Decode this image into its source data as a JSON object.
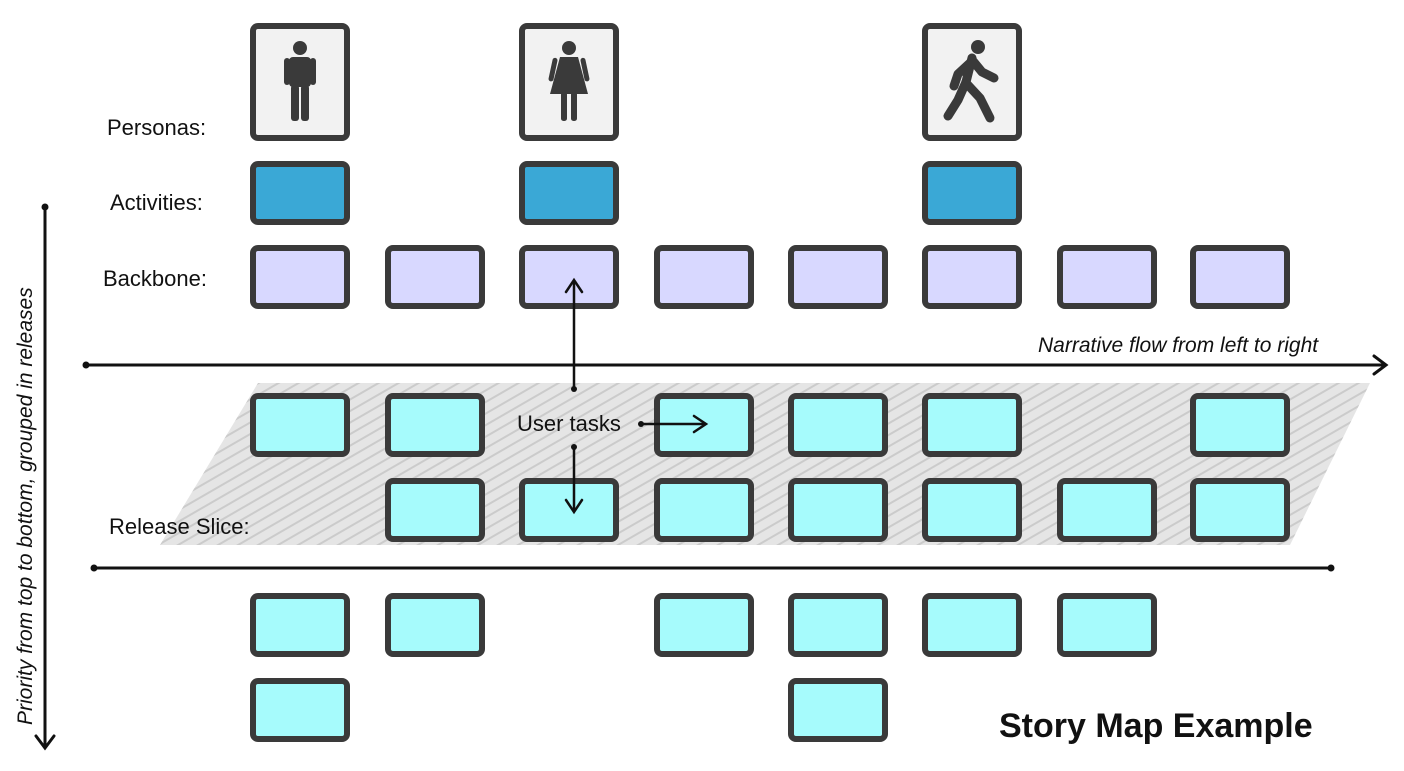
{
  "labels": {
    "personas": "Personas:",
    "activities": "Activities:",
    "backbone": "Backbone:",
    "release_slice": "Release Slice:",
    "user_tasks": "User tasks",
    "narrative_flow": "Narrative flow from left to right",
    "priority_flow": "Priority from top to bottom, grouped in releases",
    "title": "Story Map Example"
  },
  "colors": {
    "card_border": "#3a3a3a",
    "persona_fill": "#f2f2f2",
    "persona_icon": "#3a3a3a",
    "activity_fill": "#3aa8d6",
    "backbone_fill": "#d8d8ff",
    "task_fill": "#a6fbfc",
    "slice_band": "#cfcfcf",
    "line": "#111111"
  },
  "personas": [
    {
      "col": 0,
      "icon": "male-person-icon"
    },
    {
      "col": 2,
      "icon": "female-person-icon"
    },
    {
      "col": 5,
      "icon": "walking-person-icon"
    }
  ],
  "activities": [
    0,
    2,
    5
  ],
  "backbone_columns": [
    0,
    1,
    2,
    3,
    4,
    5,
    6,
    7
  ],
  "release_slice_rows": [
    [
      0,
      1,
      3,
      4,
      5,
      7
    ],
    [
      1,
      2,
      3,
      4,
      5,
      6,
      7
    ]
  ],
  "later_rows": [
    [
      0,
      1,
      3,
      4,
      5,
      6
    ],
    [
      0,
      4
    ]
  ]
}
